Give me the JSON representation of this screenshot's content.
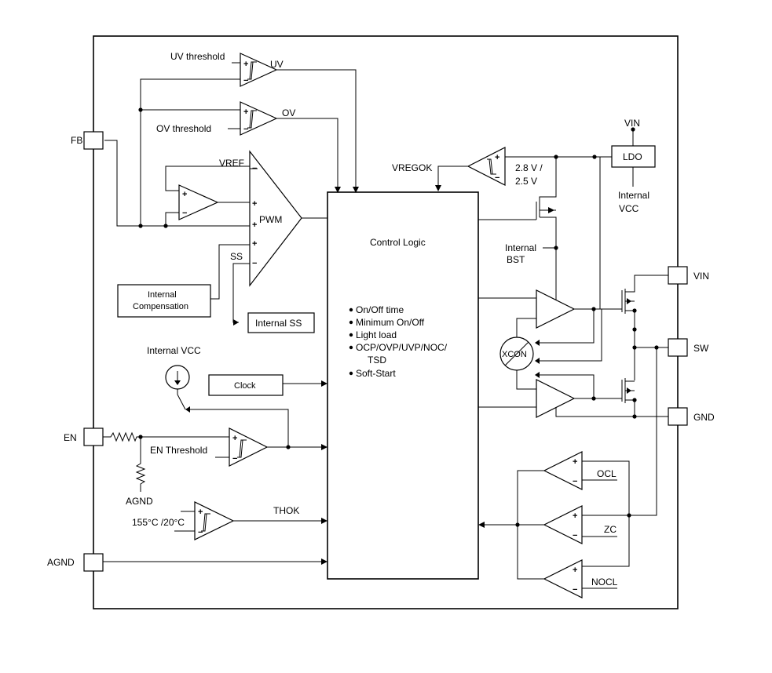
{
  "pins": {
    "fb": "FB",
    "en": "EN",
    "agnd": "AGND",
    "vin": "VIN",
    "sw": "SW",
    "gnd": "GND"
  },
  "labels": {
    "uv_threshold": "UV threshold",
    "uv": "UV",
    "ov_threshold": "OV threshold",
    "ov": "OV",
    "vref": "VREF",
    "pwm": "PWM",
    "ss": "SS",
    "internal_compensation_l1": "Internal",
    "internal_compensation_l2": "Compensation",
    "internal_ss": "Internal SS",
    "internal_vcc_top": "Internal VCC",
    "clock": "Clock",
    "en_threshold": "EN Threshold",
    "agnd_res": "AGND",
    "thok": "THOK",
    "temp": "155°C /20°C",
    "vregok": "VREGOK",
    "vreg_th_l1": "2.8 V /",
    "vreg_th_l2": "2.5 V",
    "ldo": "LDO",
    "ldo_vin": "VIN",
    "ldo_vcc_l1": "Internal",
    "ldo_vcc_l2": "VCC",
    "bst_l1": "Internal",
    "bst_l2": "BST",
    "control_logic": "Control Logic",
    "xcon": "XCON",
    "ocl": "OCL",
    "zc": "ZC",
    "nocl": "NOCL",
    "plus": "+",
    "minus": "−"
  },
  "control_features": [
    "On/Off time",
    "Minimum On/Off",
    "Light load",
    "OCP/OVP/UVP/NOC/",
    "TSD",
    "Soft-Start"
  ]
}
